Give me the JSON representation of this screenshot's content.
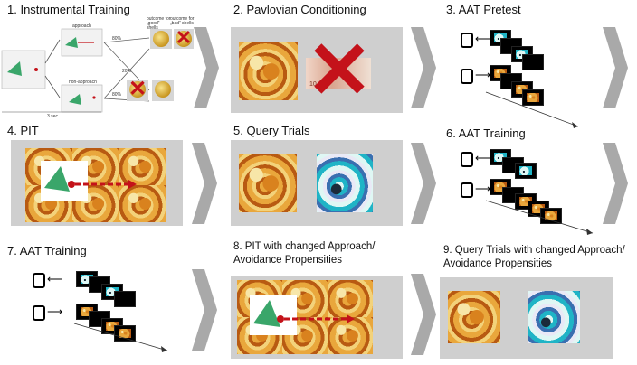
{
  "panels": {
    "p1": {
      "title": "1. Instrumental Training",
      "approach": "approach",
      "non_approach": "non-approach",
      "pct_top": "80%",
      "pct_mid": "20%",
      "pct_bot": "80%",
      "outcome_good": "outcome for „good“ shells",
      "outcome_bad": "outcome for „bad“ shells",
      "time": "3 sec"
    },
    "p2": {
      "title": "2. Pavlovian Conditioning",
      "banknote_value": "10"
    },
    "p3": {
      "title": "3. AAT Pretest"
    },
    "p4": {
      "title": "4. PIT"
    },
    "p5": {
      "title": "5. Query Trials"
    },
    "p6": {
      "title": "6. AAT Training"
    },
    "p7": {
      "title": "7. AAT Training"
    },
    "p8": {
      "title_line1": "8. PIT with changed Approach/",
      "title_line2": "Avoidance Propensities"
    },
    "p9": {
      "title_line1": "9. Query Trials with changed Approach/",
      "title_line2": "Avoidance Propensities"
    }
  },
  "colors": {
    "panel_gray": "#cfcfcf",
    "chevron": "#a9a9a9",
    "accent_red": "#c4121a",
    "shell_green": "#3aa66a"
  }
}
